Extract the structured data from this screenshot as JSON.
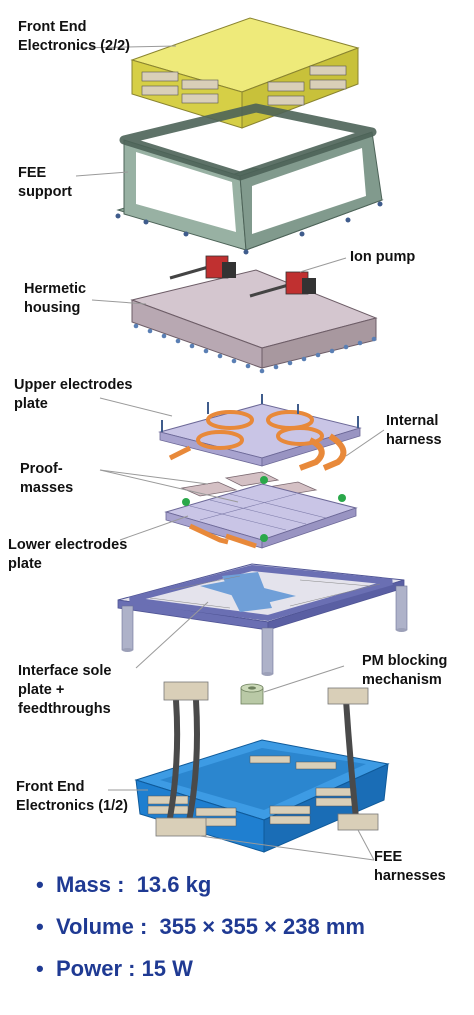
{
  "labels": {
    "fee_top": "Front End\nElectronics (2/2)",
    "fee_support": "FEE\nsupport",
    "ion_pump": "Ion pump",
    "hermetic": "Hermetic\nhousing",
    "upper_plate": "Upper electrodes\nplate",
    "internal_harness": "Internal\nharness",
    "proof_masses": "Proof-\nmasses",
    "lower_plate": "Lower electrodes\nplate",
    "interface_sole": "Interface sole\nplate +\nfeedthroughs",
    "pm_blocking": "PM blocking\nmechanism",
    "fee_bottom": "Front End\nElectronics (1/2)",
    "fee_harnesses": "FEE\nharnesses"
  },
  "specs": [
    {
      "bullet": "•",
      "text": "Mass :  13.6 kg"
    },
    {
      "bullet": "•",
      "text": "Volume :  355 × 355 × 238 mm"
    },
    {
      "bullet": "•",
      "text": "Power : 15 W"
    }
  ],
  "colors": {
    "fee_yellow": "#e6e05a",
    "support_green": "#8fa89a",
    "housing_pink": "#c9b8c3",
    "plate_lavender": "#c9c5e6",
    "harness_orange": "#e8893a",
    "sole_frame": "#6a6fb3",
    "sole_cross": "#6f9fd8",
    "tray_blue": "#1f7fd0",
    "connector_beige": "#d9cfb8",
    "spec_text": "#1f3a93"
  }
}
